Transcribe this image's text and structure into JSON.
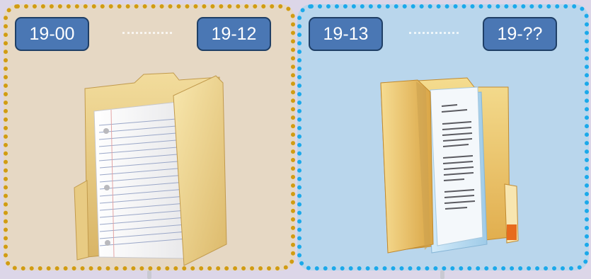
{
  "left_group": {
    "start_tag": "19-00",
    "end_tag": "19-12",
    "folder_icon": "open-folder-with-lined-paper-icon"
  },
  "right_group": {
    "start_tag": "19-13",
    "end_tag": "19-??",
    "folder_icon": "open-folder-with-documents-icon"
  },
  "colors": {
    "background": "#dcd6e8",
    "left_panel_fill": "#e6d8c4",
    "left_panel_border": "#d19c12",
    "right_panel_fill": "#b9d6ec",
    "right_panel_border": "#1ba9ea",
    "tag_fill": "#4a77b4",
    "tag_border": "#1f3f66",
    "tag_text": "#ffffff"
  }
}
